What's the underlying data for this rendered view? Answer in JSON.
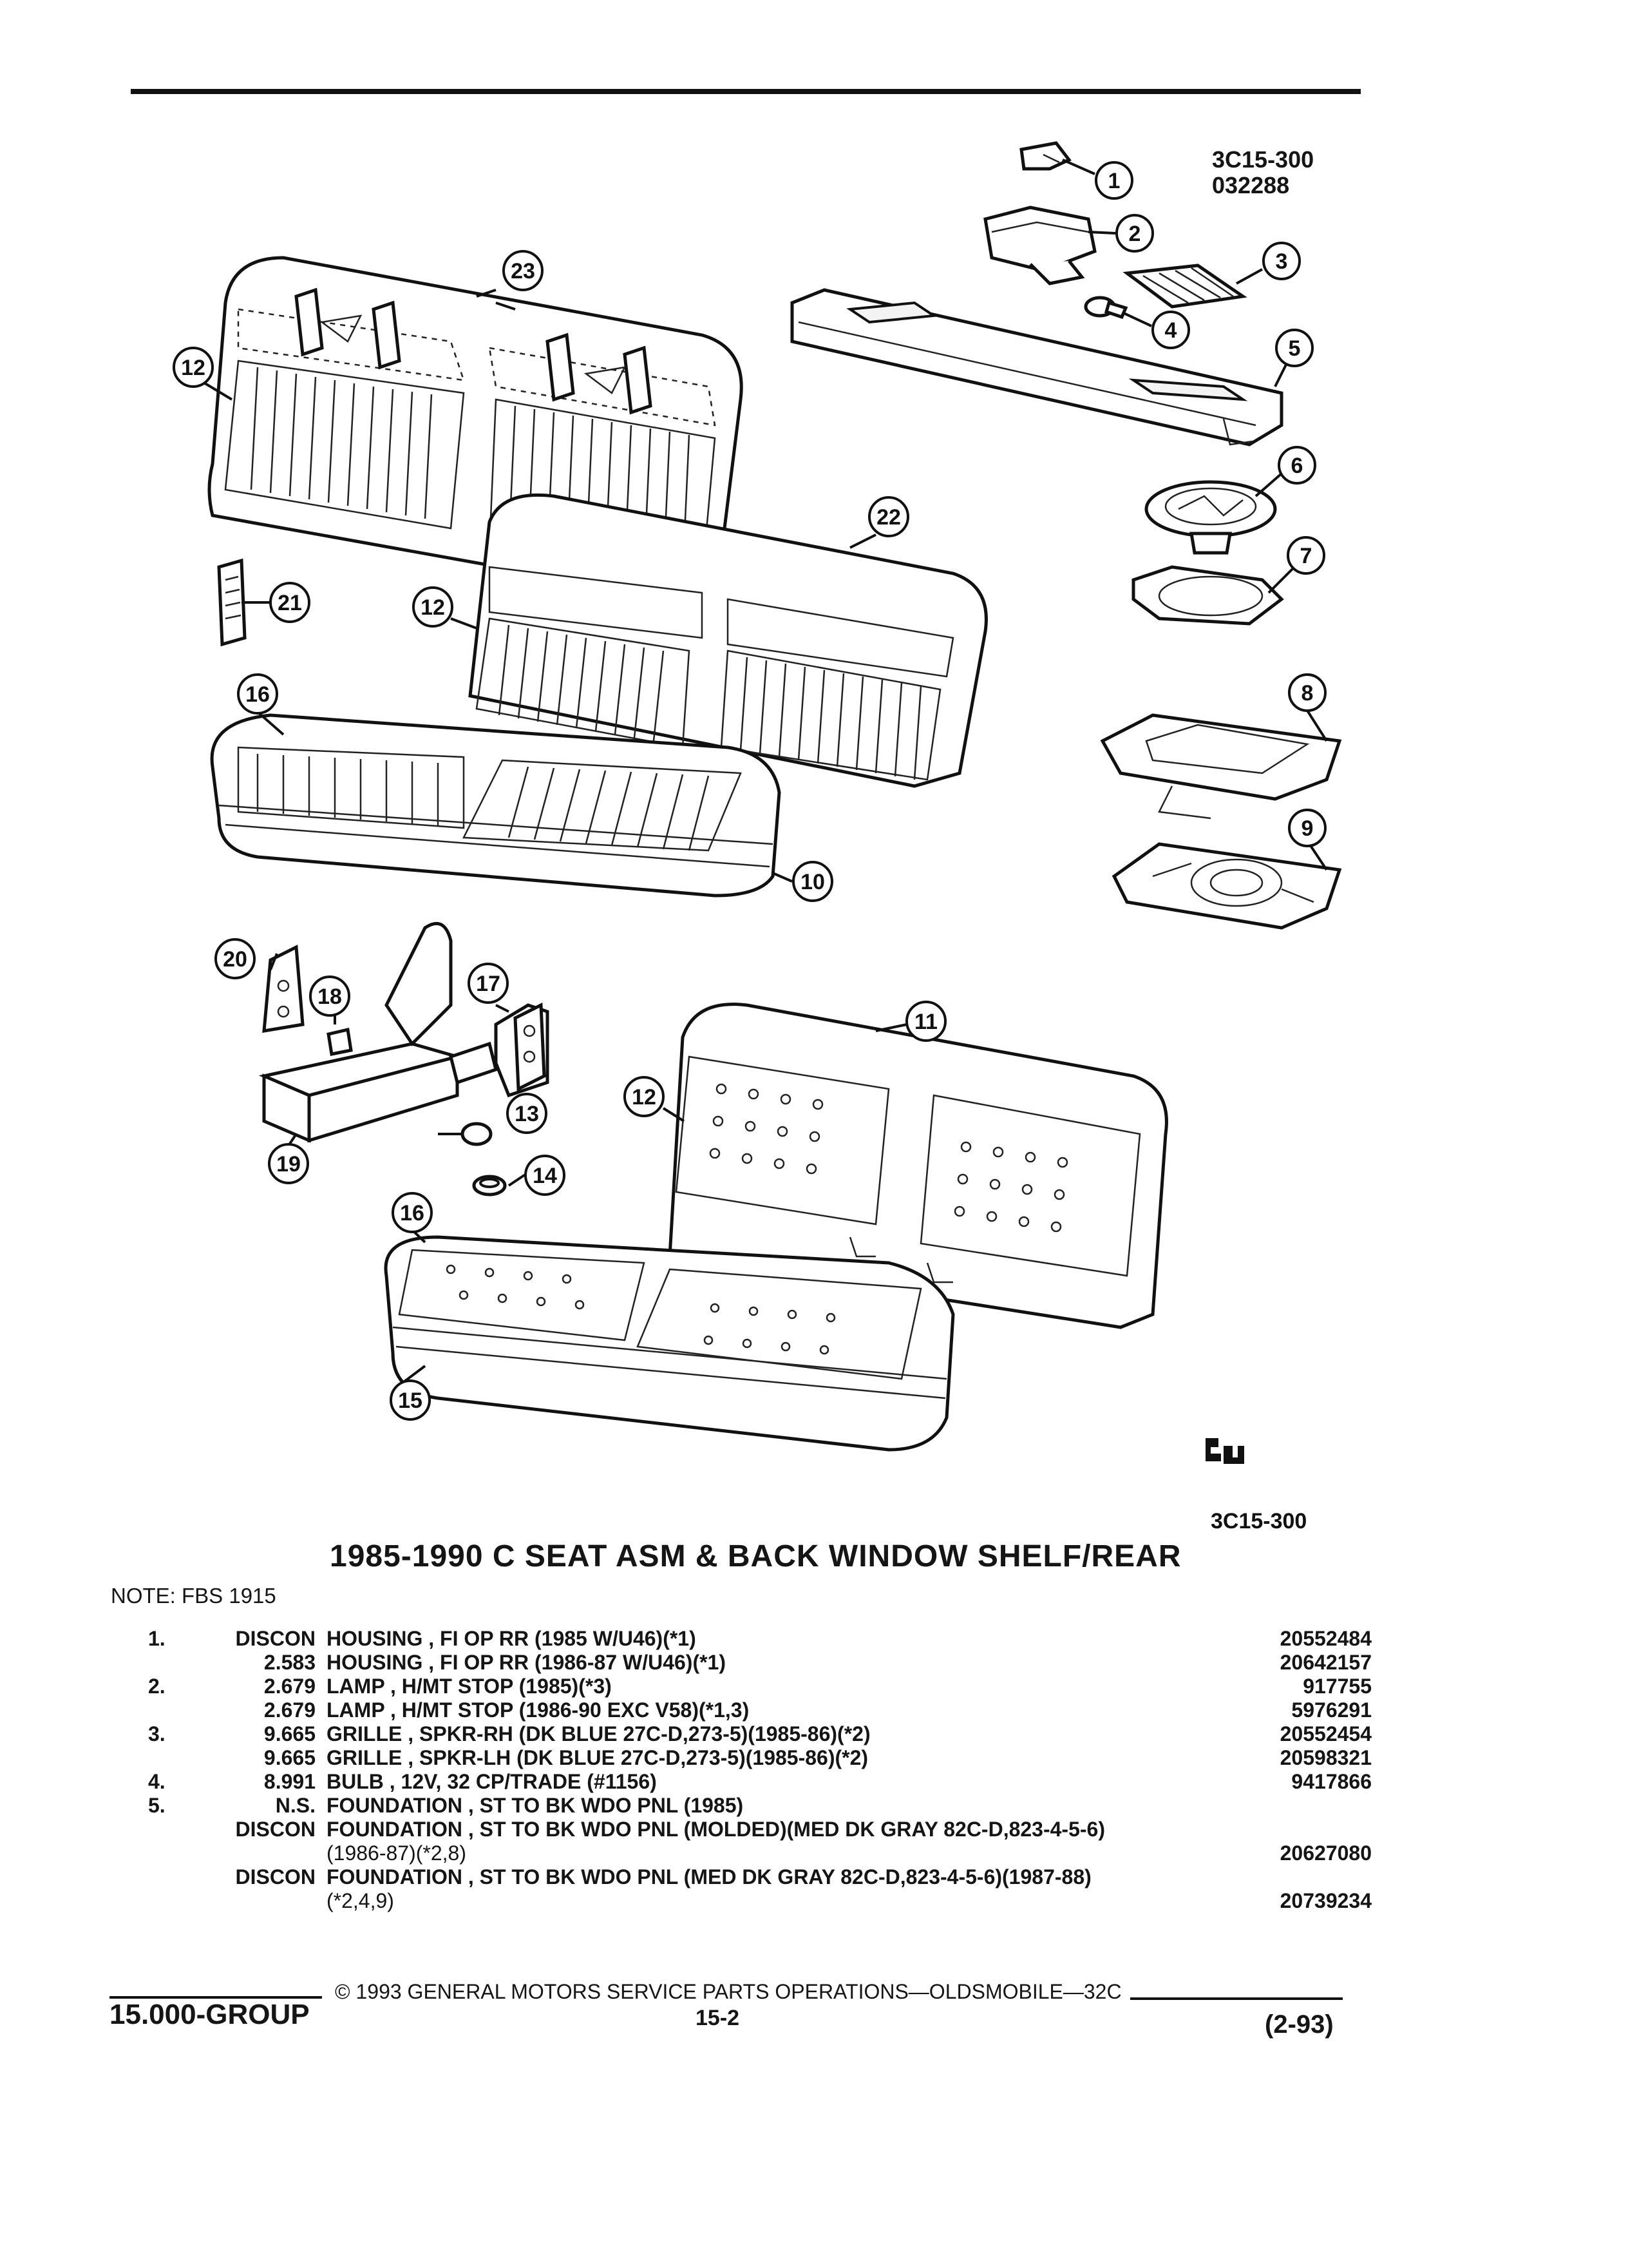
{
  "header": {
    "ref_code": "3C15-300",
    "ref_date": "032288"
  },
  "diagram": {
    "callouts": [
      "1",
      "2",
      "3",
      "4",
      "5",
      "6",
      "7",
      "8",
      "9",
      "10",
      "11",
      "12",
      "12",
      "12",
      "13",
      "14",
      "15",
      "16",
      "16",
      "17",
      "18",
      "19",
      "20",
      "21",
      "22",
      "23"
    ],
    "bottom_code": "3C15-300",
    "logo": "GM"
  },
  "title": "1985-1990 C SEAT ASM & BACK WINDOW SHELF/REAR",
  "note": "NOTE:  FBS 1915",
  "parts": [
    {
      "num": "1.",
      "source": "DISCON",
      "desc": "HOUSING , FI OP RR (1985 W/U46)(*1)",
      "part": "20552484"
    },
    {
      "num": "",
      "source": "2.583",
      "desc": "HOUSING , FI OP RR (1986-87 W/U46)(*1)",
      "part": "20642157"
    },
    {
      "num": "2.",
      "source": "2.679",
      "desc": "LAMP , H/MT STOP (1985)(*3)",
      "part": "917755"
    },
    {
      "num": "",
      "source": "2.679",
      "desc": "LAMP , H/MT STOP (1986-90 EXC V58)(*1,3)",
      "part": "5976291"
    },
    {
      "num": "3.",
      "source": "9.665",
      "desc": "GRILLE , SPKR-RH (DK BLUE 27C-D,273-5)(1985-86)(*2)",
      "part": "20552454"
    },
    {
      "num": "",
      "source": "9.665",
      "desc": "GRILLE , SPKR-LH (DK BLUE 27C-D,273-5)(1985-86)(*2)",
      "part": "20598321"
    },
    {
      "num": "4.",
      "source": "8.991",
      "desc": "BULB , 12V, 32 CP/TRADE (#1156)",
      "part": "9417866"
    },
    {
      "num": "5.",
      "source": "N.S.",
      "desc": "FOUNDATION , ST TO BK WDO PNL (1985)",
      "part": ""
    },
    {
      "num": "",
      "source": "DISCON",
      "desc": "FOUNDATION , ST TO BK WDO PNL (MOLDED)(MED DK GRAY 82C-D,823-4-5-6)",
      "part": ""
    },
    {
      "num": "",
      "source": "",
      "desc": "(1986-87)(*2,8)",
      "part": "20627080",
      "cont": true
    },
    {
      "num": "",
      "source": "DISCON",
      "desc": "FOUNDATION , ST TO BK WDO PNL (MED DK GRAY 82C-D,823-4-5-6)(1987-88)",
      "part": ""
    },
    {
      "num": "",
      "source": "",
      "desc": "(*2,4,9)",
      "part": "20739234",
      "cont": true
    }
  ],
  "footer": {
    "group": "15.000-GROUP",
    "copyright": "© 1993  GENERAL MOTORS SERVICE PARTS OPERATIONS—OLDSMOBILE—32C",
    "page": "15-2",
    "date": "(2-93)"
  }
}
